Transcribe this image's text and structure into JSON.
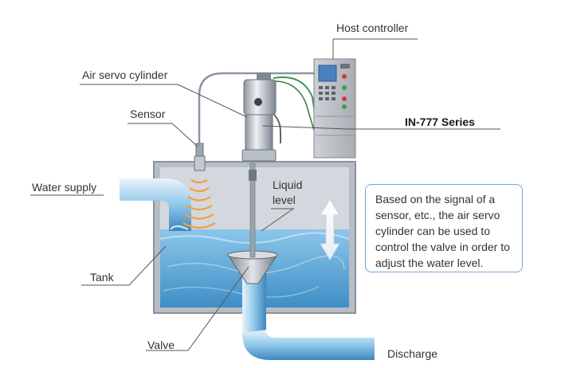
{
  "labels": {
    "host_controller": "Host controller",
    "air_servo_cylinder": "Air servo cylinder",
    "sensor": "Sensor",
    "product_series": "IN-777 Series",
    "water_supply": "Water supply",
    "liquid_level_line1": "Liquid",
    "liquid_level_line2": "level",
    "tank": "Tank",
    "valve": "Valve",
    "discharge": "Discharge"
  },
  "callout": {
    "text": "Based on the signal of a sensor, etc., the air servo cylinder can be used to control the valve in order to adjust the water level."
  },
  "colors": {
    "water": "#5aa6d6",
    "water_dark": "#2f7fb8",
    "tank_wall": "#9aa3ac",
    "tank_interior": "#c9ced6",
    "callout_border": "#6fa8dc",
    "sensor_wave": "#f0a040",
    "controller_panel": "#4a80c0",
    "leader_line": "#555555"
  }
}
